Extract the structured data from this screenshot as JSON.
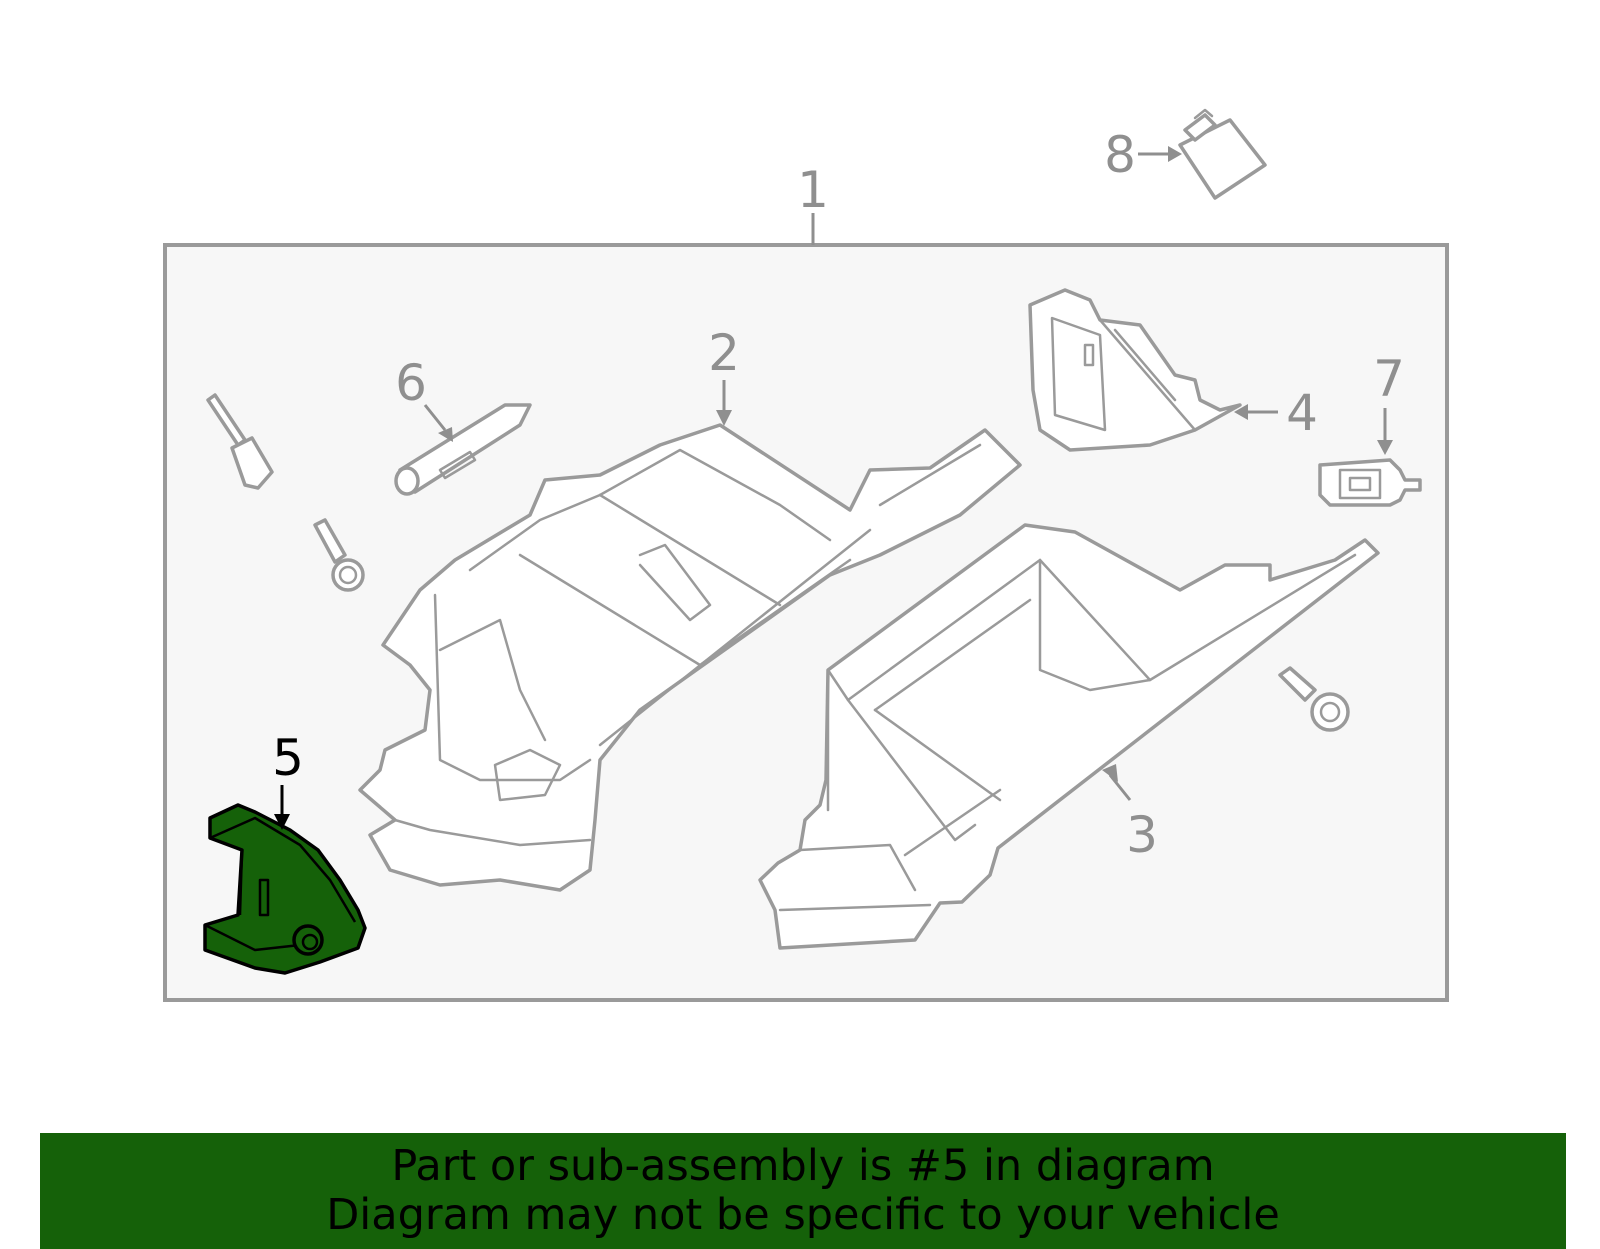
{
  "diagram": {
    "callouts": [
      "1",
      "2",
      "3",
      "4",
      "5",
      "6",
      "7",
      "8"
    ],
    "highlighted_callout": "5",
    "colors": {
      "highlight_fill": "#156109",
      "line_gray": "#9a9a9a",
      "frame_fill": "#f7f7f7"
    }
  },
  "banner": {
    "line1": "Part or sub-assembly is #5 in diagram",
    "line2": "Diagram may not be specific to your vehicle"
  }
}
